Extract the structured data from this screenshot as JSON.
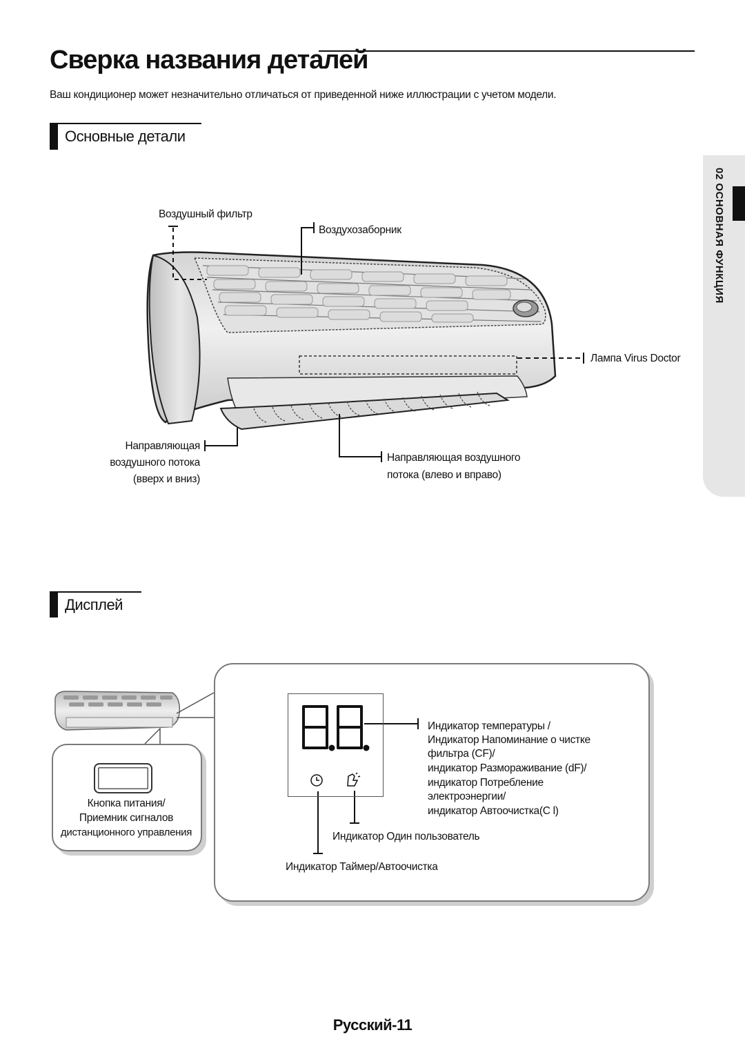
{
  "page": {
    "title": "Сверка названия деталей",
    "intro": "Ваш кондиционер может незначительно отличаться от приведенной ниже иллюстрации с учетом модели.",
    "side_tab": "02  ОСНОВНАЯ ФУНКЦИЯ",
    "footer": "Русский-11"
  },
  "main_parts": {
    "heading": "Основные детали",
    "labels": {
      "air_filter": "Воздушный фильтр",
      "air_intake": "Воздухозаборник",
      "virus_doctor": "Лампа Virus Doctor",
      "vert_guide_1": "Направляющая",
      "vert_guide_2": "воздушного потока",
      "vert_guide_3": "(вверх и вниз)",
      "horiz_guide_1": "Направляющая воздушного",
      "horiz_guide_2": "потока (влево и вправо)"
    }
  },
  "display": {
    "heading": "Дисплей",
    "digits": "8.8",
    "power_button_1": "Кнопка питания/",
    "power_button_2": "Приемник сигналов",
    "power_button_3": "дистанционного управления",
    "temp_1": "Индикатор температуры /",
    "temp_2": "Индикатор Напоминание о чистке",
    "temp_3": "фильтра (CF)/",
    "temp_4": "индикатор Размораживание (dF)/",
    "temp_5": "индикатор Потребление",
    "temp_6": "электроэнергии/",
    "temp_7": "индикатор Автоочистка(C  l)",
    "single_user": "Индикатор Один пользователь",
    "timer": "Индикатор Таймер/Автоочистка"
  }
}
